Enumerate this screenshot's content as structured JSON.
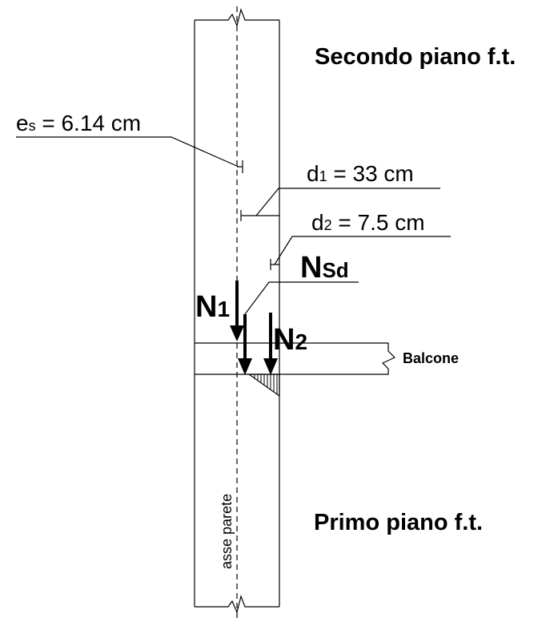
{
  "labels": {
    "upper_floor": "Secondo piano f.t.",
    "lower_floor": "Primo piano f.t.",
    "wall_axis": "asse parete",
    "balcony": "Balcone"
  },
  "dimensions": {
    "es": {
      "symbol": "e",
      "subscript": "s",
      "value": " = 6.14 cm"
    },
    "d1": {
      "symbol": "d",
      "subscript": "1",
      "value": " = 33 cm"
    },
    "d2": {
      "symbol": "d",
      "subscript": "2",
      "value": " = 7.5 cm"
    }
  },
  "forces": {
    "nsd": {
      "symbol": "N",
      "subscript": "Sd"
    },
    "n1": {
      "symbol": "N",
      "subscript": "1"
    },
    "n2": {
      "symbol": "N",
      "subscript": "2"
    }
  }
}
